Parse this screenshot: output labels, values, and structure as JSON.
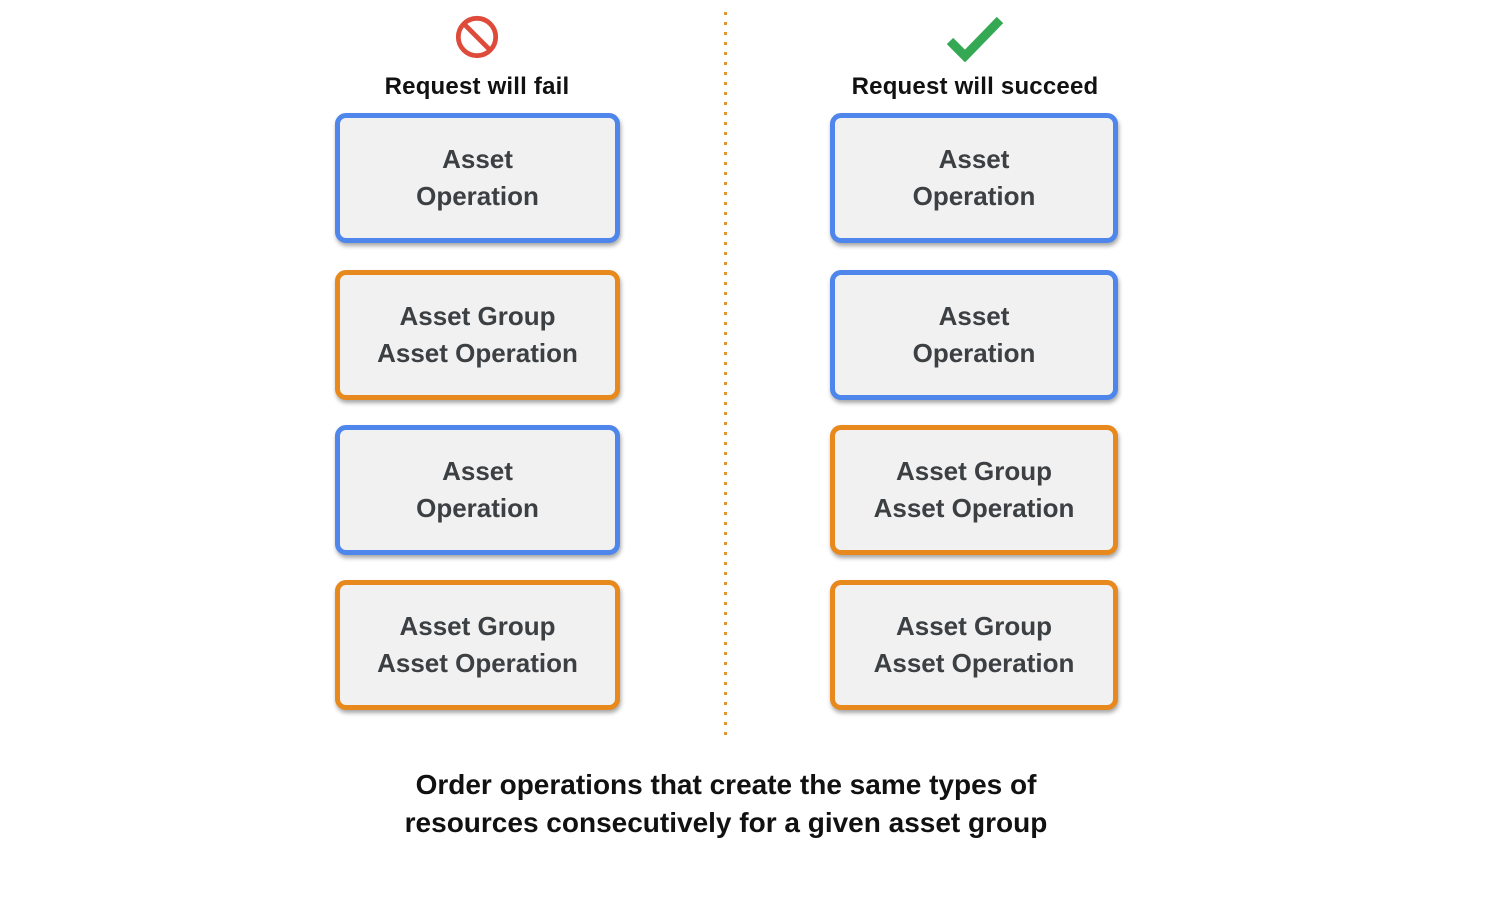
{
  "colors": {
    "blue_border": "#4E86EC",
    "orange_border": "#E8891D",
    "box_background": "#F1F1F1",
    "box_text": "#3C4043",
    "heading_text": "#111111",
    "fail_red": "#DE4B3B",
    "success_green": "#34A853",
    "divider_dot": "#E39435"
  },
  "fail_column": {
    "icon": "prohibition-icon",
    "title": "Request will fail",
    "boxes": [
      {
        "label": "Asset\nOperation",
        "border_color": "#4E86EC"
      },
      {
        "label": "Asset Group\nAsset Operation",
        "border_color": "#E8891D"
      },
      {
        "label": "Asset\nOperation",
        "border_color": "#4E86EC"
      },
      {
        "label": "Asset Group\nAsset Operation",
        "border_color": "#E8891D"
      }
    ]
  },
  "succeed_column": {
    "icon": "checkmark-icon",
    "title": "Request will succeed",
    "boxes": [
      {
        "label": "Asset\nOperation",
        "border_color": "#4E86EC"
      },
      {
        "label": "Asset\nOperation",
        "border_color": "#4E86EC"
      },
      {
        "label": "Asset Group\nAsset Operation",
        "border_color": "#E8891D"
      },
      {
        "label": "Asset Group\nAsset Operation",
        "border_color": "#E8891D"
      }
    ]
  },
  "caption": "Order operations that create the same types of\nresources consecutively for a given asset group"
}
